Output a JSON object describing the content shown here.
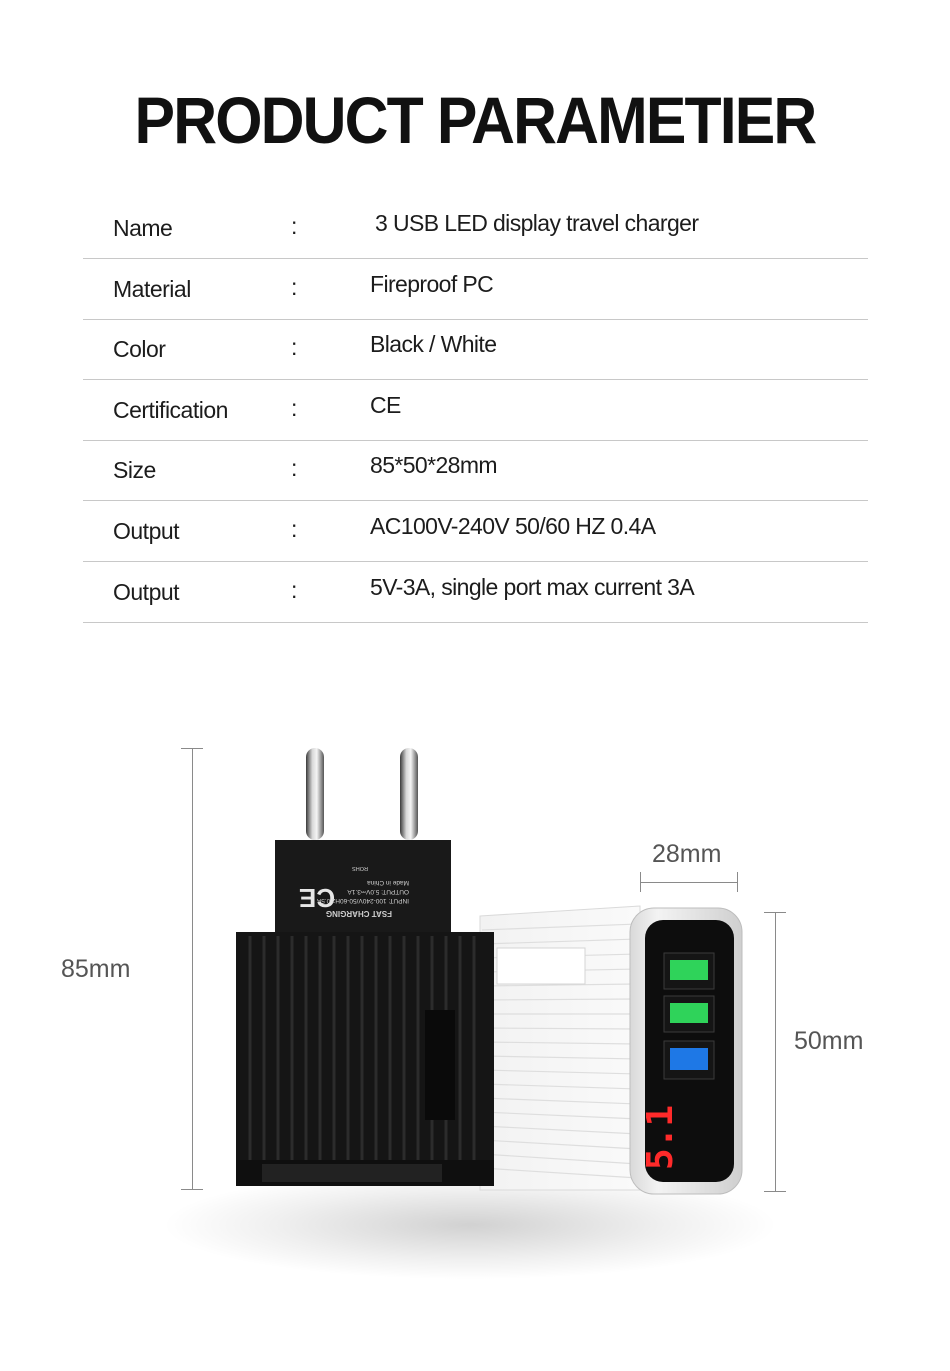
{
  "title": "PRODUCT PARAMETIER",
  "specs": [
    {
      "label": "Name",
      "value": "3 USB LED display travel charger"
    },
    {
      "label": "Material",
      "value": "Fireproof PC"
    },
    {
      "label": "Color",
      "value": "Black / White"
    },
    {
      "label": "Certification",
      "value": "CE"
    },
    {
      "label": "Size",
      "value": "85*50*28mm"
    },
    {
      "label": "Output",
      "value": "AC100V-240V 50/60 HZ 0.4A"
    },
    {
      "label": "Output",
      "value": "5V-3A, single port max current 3A"
    }
  ],
  "separator": ":",
  "dimensions": {
    "height": "85mm",
    "depth": "28mm",
    "width": "50mm"
  },
  "charger_label": {
    "brand_line": "FSAT CHARGING",
    "input": "INPUT: 100-240V/50-60Hz 0.5A",
    "output": "OUTPUT: 5.0V⎓3.1A",
    "origin": "Made in China",
    "rohs": "ROHS"
  },
  "display_readout": "5.1",
  "colors": {
    "port_green": "#2fd35a",
    "port_blue": "#1e78e6",
    "display_red": "#ff2a2a",
    "charger_black": "#151515"
  }
}
